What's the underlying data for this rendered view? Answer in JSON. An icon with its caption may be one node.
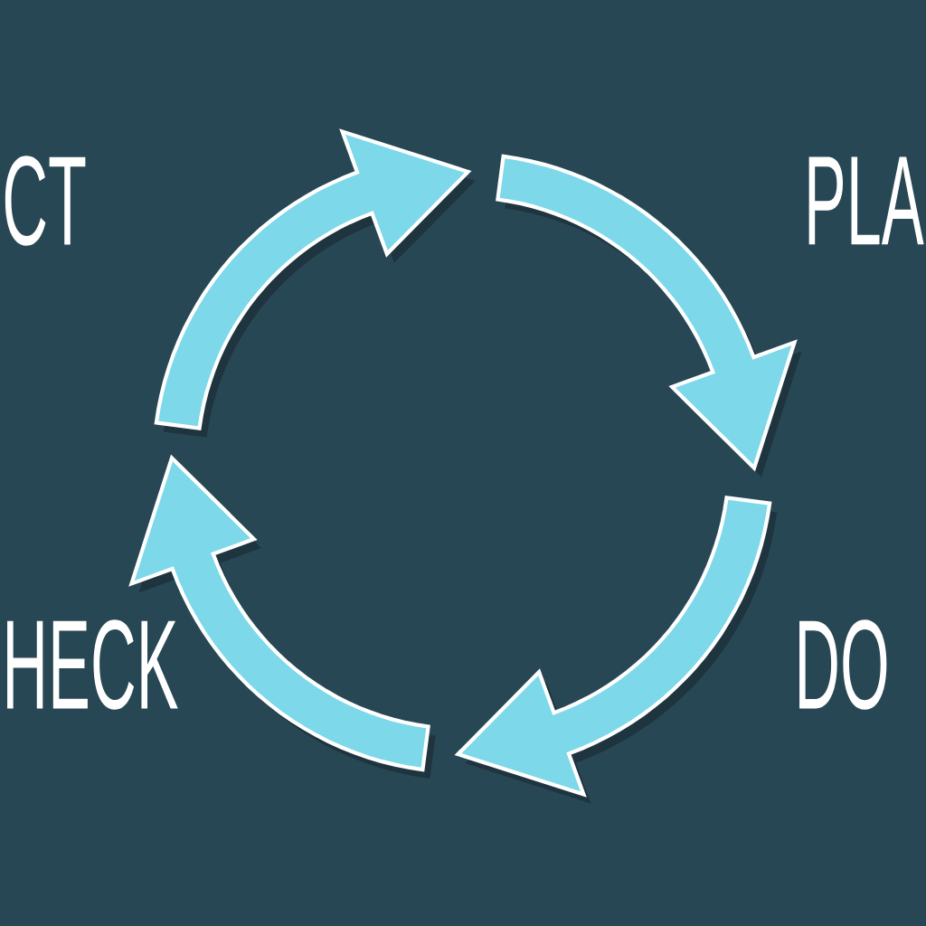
{
  "diagram": {
    "labels": [
      "CT",
      "PLA",
      "HECK",
      "DO"
    ]
  }
}
